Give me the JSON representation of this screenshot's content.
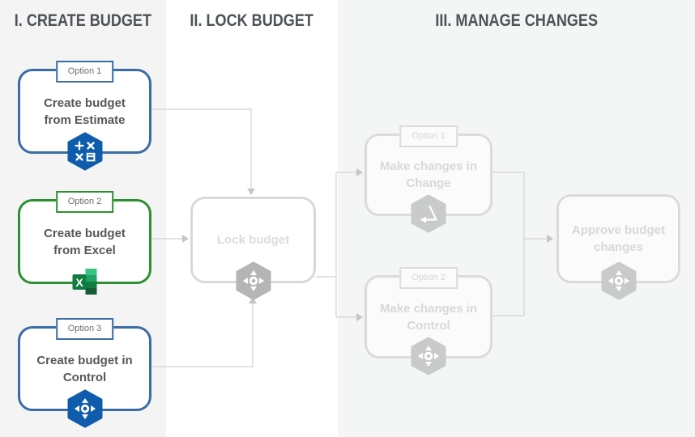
{
  "header": {
    "col1": "I. CREATE BUDGET",
    "col2": "II. LOCK BUDGET",
    "col3": "III. MANAGE CHANGES"
  },
  "create": {
    "option1": {
      "badge": "Option 1",
      "title": "Create budget from Estimate",
      "icon": "estimate-calculator-icon"
    },
    "option2": {
      "badge": "Option 2",
      "title": "Create budget from Excel",
      "icon": "excel-icon"
    },
    "option3": {
      "badge": "Option 3",
      "title": "Create budget in Control",
      "icon": "control-dpad-icon"
    }
  },
  "lock": {
    "title": "Lock budget",
    "icon": "control-dpad-icon"
  },
  "manage": {
    "option1": {
      "badge": "Option 1",
      "title": "Make changes in Change",
      "icon": "change-delta-icon"
    },
    "option2": {
      "badge": "Option 2",
      "title": "Make changes in Control",
      "icon": "control-dpad-icon"
    },
    "approve": {
      "title": "Approve budget changes",
      "icon": "control-dpad-icon"
    }
  },
  "colors": {
    "blue_border": "#3a6ca6",
    "green_border": "#2e9032",
    "icon_blue": "#0f5cad",
    "excel_greens": [
      "#33C481",
      "#21A366",
      "#107C41",
      "#185C37"
    ],
    "faded_border": "#dbdbdc",
    "faded_text": "#d7d8d9",
    "header_text": "#4c5256",
    "body_text": "#55575a",
    "connector": "#d9d9d9",
    "column_bg": "#f4f4f5"
  }
}
